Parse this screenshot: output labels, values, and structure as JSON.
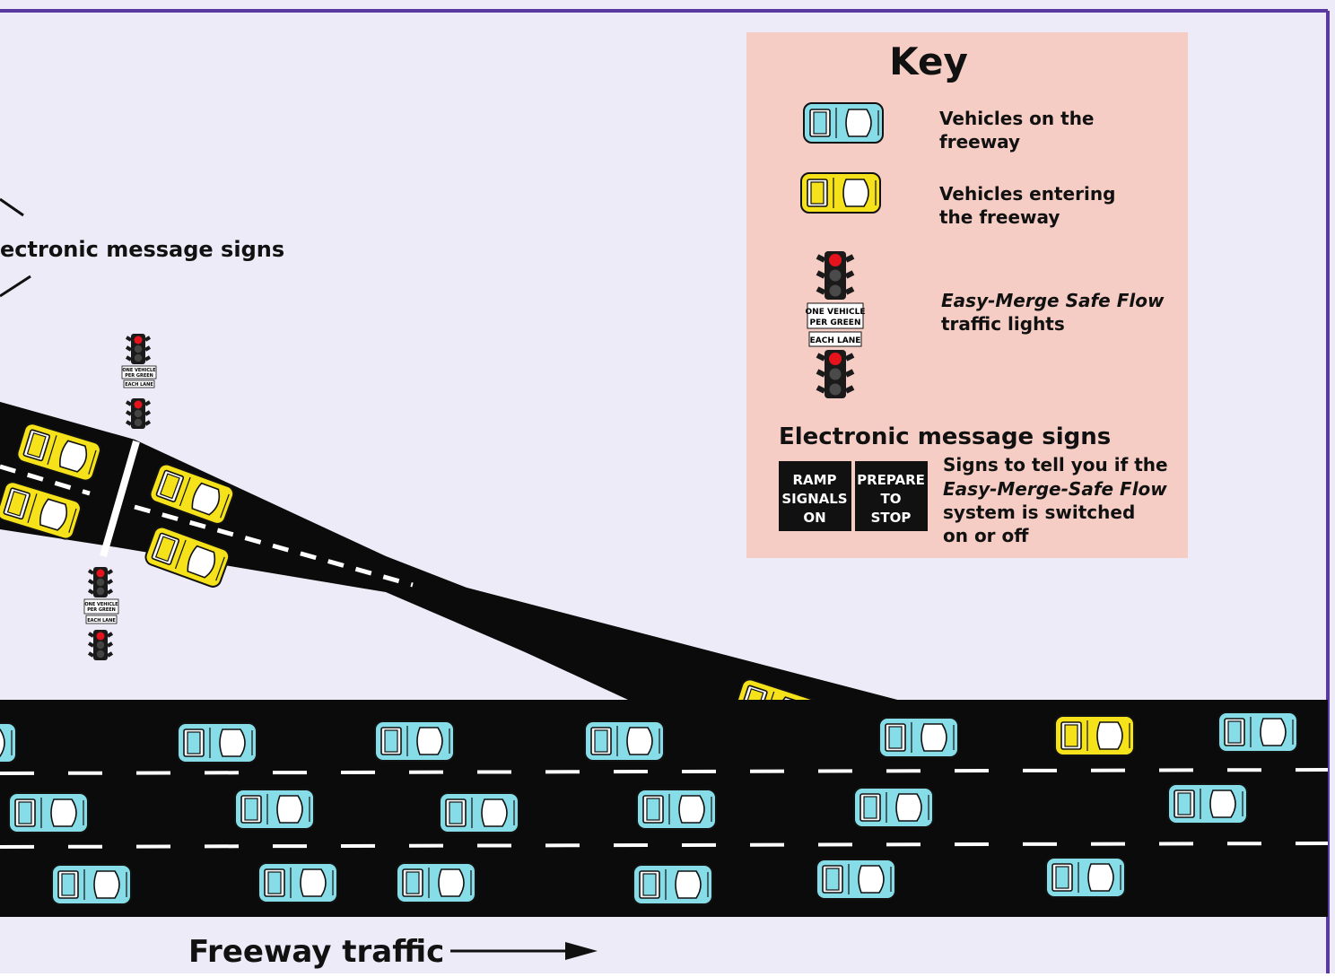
{
  "diagram": {
    "ems_label": "ectronic message signs",
    "flow_label": "Freeway traffic",
    "signal_sign": {
      "line1": "ONE VEHICLE",
      "line2": "PER GREEN",
      "line3": "EACH LANE"
    }
  },
  "key": {
    "title": "Key",
    "freeway_vehicles_1": "Vehicles on the",
    "freeway_vehicles_2": "freeway",
    "entering_vehicles_1": "Vehicles entering",
    "entering_vehicles_2": "the freeway",
    "lights_1": "Easy-Merge Safe Flow",
    "lights_2": "traffic lights",
    "signs_heading": "Electronic message signs",
    "sign_ramp": [
      "RAMP",
      "SIGNALS",
      "ON"
    ],
    "sign_prepare": [
      "PREPARE",
      "TO",
      "STOP"
    ],
    "signs_desc_1": "Signs to tell you if the",
    "signs_desc_2": "Easy-Merge-Safe Flow",
    "signs_desc_3": "system is switched",
    "signs_desc_4": "on or off"
  },
  "colors": {
    "background": "#ecebf7",
    "border": "#5a3aa0",
    "road": "#0b0b0b",
    "freeway_car": "#86dde8",
    "entering_car": "#f5e21a",
    "key_panel": "#f5cdc4",
    "signal_red": "#e5131b"
  },
  "icons": [
    "car-blue-icon",
    "car-yellow-icon",
    "traffic-light-icon",
    "arrow-right-icon"
  ]
}
